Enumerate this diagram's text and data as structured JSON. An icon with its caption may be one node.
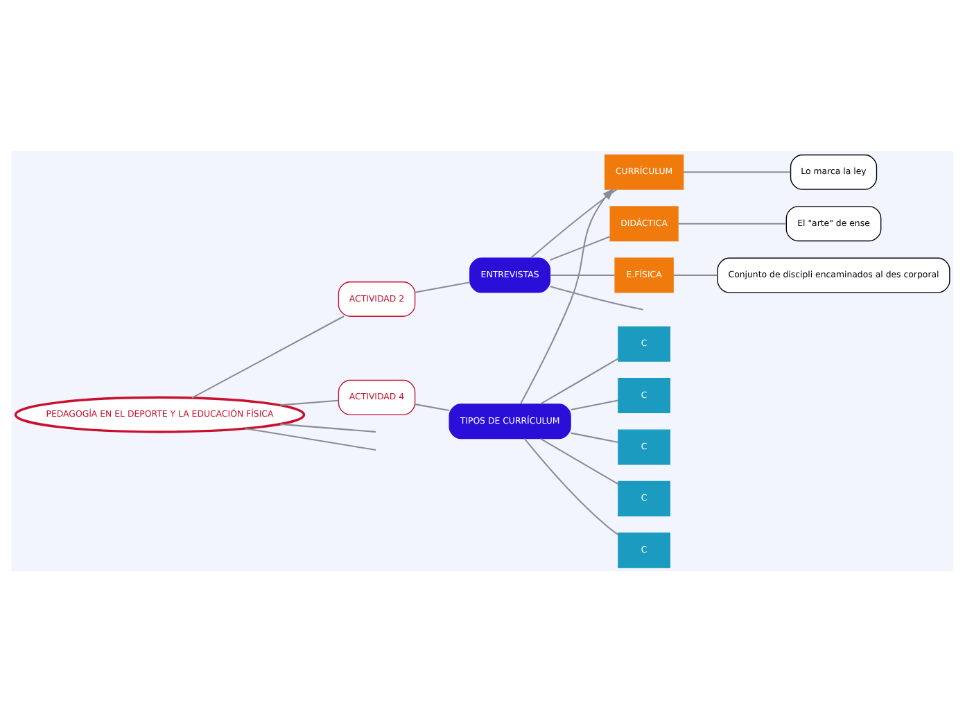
{
  "diagram": {
    "nodes": [
      {
        "text": [
          "PEDAGOGÍA EN EL DEPORTE Y LA EDUCACIÓN FÍSICA"
        ]
      },
      {
        "text": [
          "ACTIVIDAD 2"
        ]
      },
      {
        "text": [
          "ENTREVISTAS"
        ]
      },
      {
        "text": [
          "CURRÍCULUM"
        ]
      },
      {
        "text": [
          "Lo marca la ley"
        ]
      },
      {
        "text": [
          "DIDÁCTICA"
        ]
      },
      {
        "text": [
          "El \"arte\" de ense"
        ]
      },
      {
        "text": [
          "E.FÍSICA"
        ]
      },
      {
        "text": [
          "Conjunto de discipli encaminados al des corporal"
        ]
      },
      {
        "text": [
          "ACTIVIDAD 4"
        ]
      },
      {
        "text": [
          "TIPOS DE CURRÍCULUM"
        ]
      },
      {
        "text": [
          "C"
        ]
      },
      {
        "text": [
          "C"
        ]
      },
      {
        "text": [
          "C"
        ]
      },
      {
        "text": [
          "C"
        ]
      },
      {
        "text": [
          "C"
        ]
      }
    ],
    "edges": [
      {
        "from": 0,
        "to": null,
        "arrow": "none"
      },
      {
        "from": 0,
        "to": 1,
        "arrow": "none"
      },
      {
        "from": 0,
        "to": null,
        "arrow": "none"
      },
      {
        "from": 0,
        "to": 9,
        "arrow": "none"
      },
      {
        "from": 1,
        "to": 2,
        "arrow": "none"
      },
      {
        "from": 2,
        "to": null,
        "arrow": "none"
      },
      {
        "from": 2,
        "to": 3,
        "arrow": "none"
      },
      {
        "from": 2,
        "to": 5,
        "arrow": "none"
      },
      {
        "from": 2,
        "to": 7,
        "arrow": "none"
      },
      {
        "from": 3,
        "to": 4,
        "arrow": "none"
      },
      {
        "from": 5,
        "to": 6,
        "arrow": "none"
      },
      {
        "from": 7,
        "to": 8,
        "arrow": "none"
      },
      {
        "from": 9,
        "to": 10,
        "arrow": "none"
      },
      {
        "from": 10,
        "to": 3,
        "arrow": "to"
      },
      {
        "from": 10,
        "to": 11,
        "arrow": "none"
      },
      {
        "from": 10,
        "to": 12,
        "arrow": "none"
      },
      {
        "from": 10,
        "to": 13,
        "arrow": "none"
      },
      {
        "from": 10,
        "to": 14,
        "arrow": "none"
      },
      {
        "from": 10,
        "to": 15,
        "arrow": "none"
      }
    ]
  }
}
